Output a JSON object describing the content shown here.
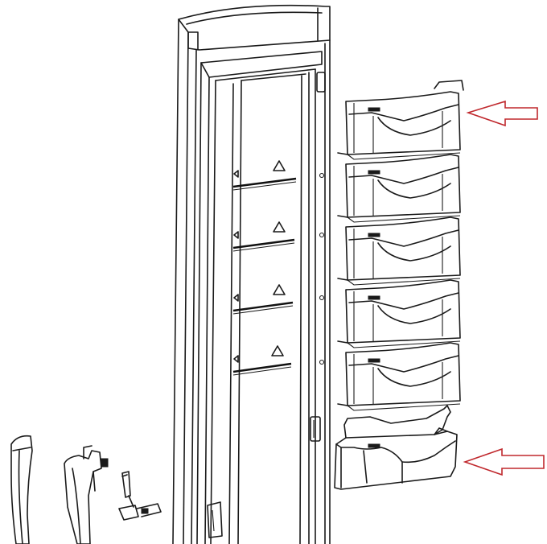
{
  "diagram": {
    "components": [
      "door-frame",
      "door-liner",
      "door-bin",
      "replacement-bin",
      "handle",
      "hinge-bracket",
      "hinge-pin"
    ],
    "bin_count": 5,
    "arrow_color": "#c0282d",
    "arrow_targets": [
      "top-door-bin",
      "replacement-bin"
    ]
  }
}
